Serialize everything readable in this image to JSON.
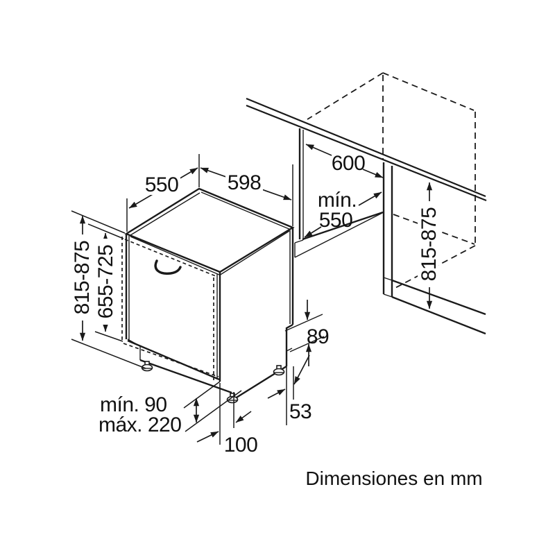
{
  "page": {
    "background": "#ffffff"
  },
  "figure": {
    "type": "technical-installation-diagram",
    "subject": "built-in dishwasher niche dimensions",
    "caption": "Dimensiones en mm",
    "line_color": "#1a1a1a",
    "labels": {
      "depth_top": "550",
      "width_top": "598",
      "niche_width": "600",
      "niche_depth_min_line1": "mín.",
      "niche_depth_min_line2": "550",
      "height_range_left": "815-875",
      "door_panel_height_range": "655-725",
      "height_range_right": "815-875",
      "rear_recess_height": "89",
      "rear_recess_depth": "53",
      "plinth_min": "mín. 90",
      "plinth_max": "máx. 220",
      "foot_setback": "100"
    }
  }
}
